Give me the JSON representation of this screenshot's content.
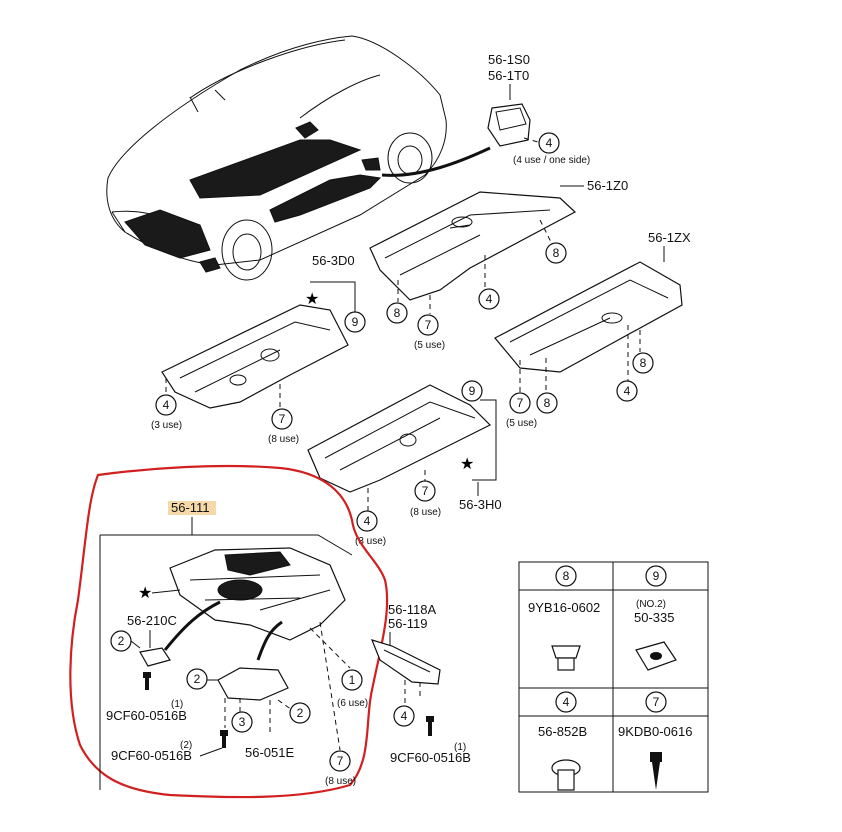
{
  "labels": {
    "part_56_1S0": "56-1S0",
    "part_56_1T0": "56-1T0",
    "use_4_one_side": "(4 use / one side)",
    "part_56_1Z0": "56-1Z0",
    "part_56_1ZX": "56-1ZX",
    "part_56_3D0": "56-3D0",
    "part_56_3H0": "56-3H0",
    "part_56_111": "56-111",
    "part_56_210C": "56-210C",
    "part_56_118A": "56-118A",
    "part_56_119": "56-119",
    "part_56_051E": "56-051E",
    "bolt_a": "9CF60-0516B",
    "bolt_b": "9CF60-0516B",
    "bolt_c": "9CF60-0516B",
    "qty_1a": "(1)",
    "qty_2": "(2)",
    "qty_1c": "(1)",
    "use_3a": "(3 use)",
    "use_8a": "(8 use)",
    "use_5a": "(5 use)",
    "use_5b": "(5 use)",
    "use_8b": "(8 use)",
    "use_3b": "(3 use)",
    "use_6": "(6 use)",
    "use_8c": "(8 use)"
  },
  "callouts": {
    "c1": "1",
    "c2": "2",
    "c3": "3",
    "c4": "4",
    "c7": "7",
    "c8": "8",
    "c9": "9"
  },
  "legend_table": [
    {
      "num": "8",
      "part": "9YB16-0602",
      "sub": ""
    },
    {
      "num": "9",
      "part": "50-335",
      "sub": "(NO.2)"
    },
    {
      "num": "4",
      "part": "56-852B",
      "sub": ""
    },
    {
      "num": "7",
      "part": "9KDB0-0616",
      "sub": ""
    }
  ],
  "colors": {
    "highlight_outline": "#d21f1f",
    "label_highlight": "#f5d9a8"
  }
}
